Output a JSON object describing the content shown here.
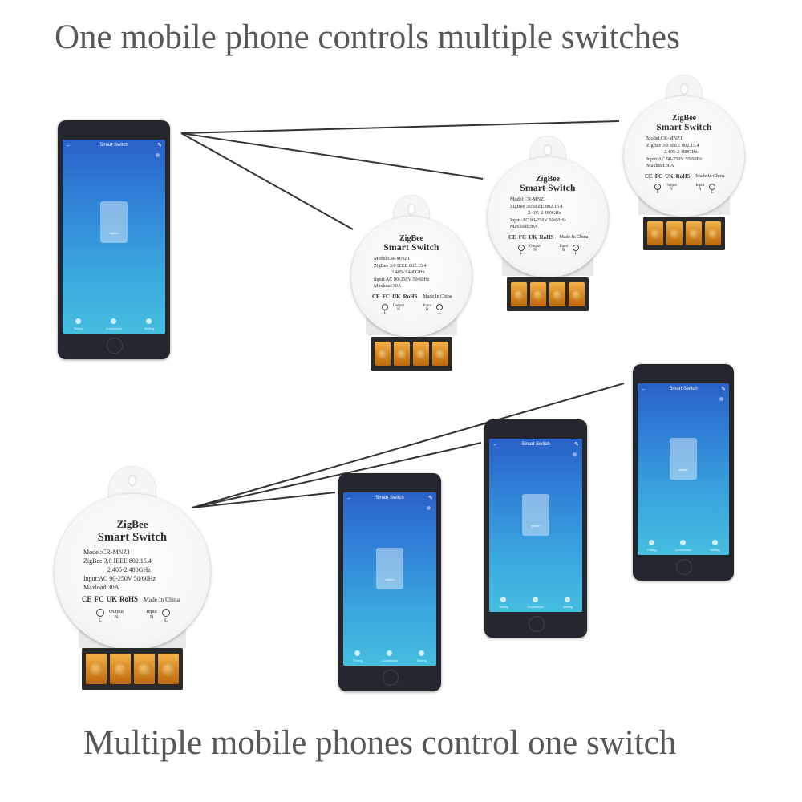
{
  "headlines": {
    "top": "One mobile phone controls multiple switches",
    "bottom": "Multiple mobile phones control one switch"
  },
  "phone_app": {
    "title": "Smart Switch",
    "back_icon": "arrow-left-icon",
    "edit_icon": "pencil-icon",
    "tile_label": "switch",
    "tabs": [
      "Timing",
      "Countdown",
      "Setting"
    ]
  },
  "switch_device": {
    "brand": "ZigBee",
    "name": "Smart Switch",
    "model": "Model:CR-MNZ1",
    "protocol": "ZigBee 3.0 IEEE 802.15.4",
    "frequency": "2.405-2.480GHz",
    "input": "Input:AC 90-250V 50/60Hz",
    "maxload": "Maxload:30A",
    "certifications": [
      "CE",
      "FC",
      "UK",
      "RoHS"
    ],
    "made_in": "Made In China",
    "output_label": "Output",
    "input_label": "Input",
    "output_pins": [
      "L",
      "N"
    ],
    "input_pins": [
      "N",
      "L"
    ]
  },
  "colors": {
    "headline": "#585858",
    "phone_body": "#24272d",
    "screen_top": "#2a61c7",
    "screen_bottom": "#45bedf",
    "terminal_orange": "#d9861c",
    "connector_line": "#333333"
  }
}
